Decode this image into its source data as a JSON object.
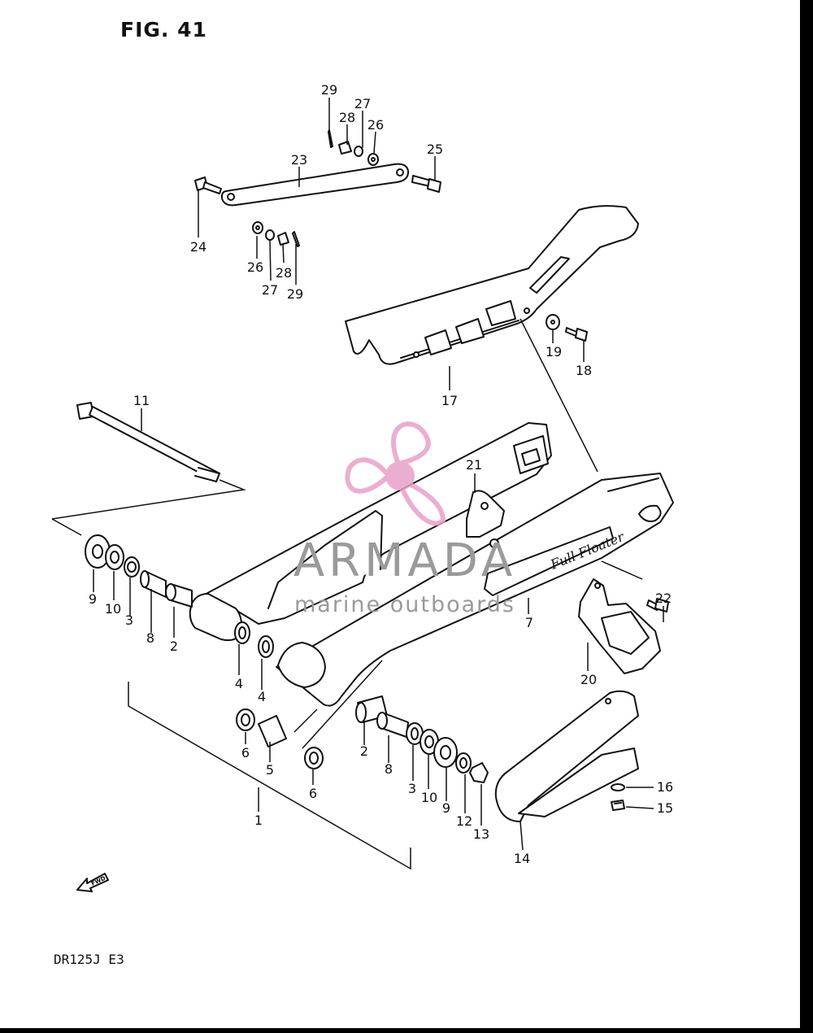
{
  "figure": {
    "title": "FIG. 41",
    "model_code": "DR125J  E3",
    "fwd_label": "FWD"
  },
  "watermark": {
    "name": "ARMADA",
    "tagline": "marine outboards",
    "logo_color": "#e9a0c8",
    "text_color": "#9a9a9a"
  },
  "swingarm_decal": "Full Floater",
  "callouts": [
    {
      "id": "c29a",
      "label": "29"
    },
    {
      "id": "c28a",
      "label": "28"
    },
    {
      "id": "c27a",
      "label": "27"
    },
    {
      "id": "c26a",
      "label": "26"
    },
    {
      "id": "c25",
      "label": "25"
    },
    {
      "id": "c23",
      "label": "23"
    },
    {
      "id": "c24",
      "label": "24"
    },
    {
      "id": "c26b",
      "label": "26"
    },
    {
      "id": "c27b",
      "label": "27"
    },
    {
      "id": "c28b",
      "label": "28"
    },
    {
      "id": "c29b",
      "label": "29"
    },
    {
      "id": "c19",
      "label": "19"
    },
    {
      "id": "c18",
      "label": "18"
    },
    {
      "id": "c17",
      "label": "17"
    },
    {
      "id": "c11",
      "label": "11"
    },
    {
      "id": "c21",
      "label": "21"
    },
    {
      "id": "c9a",
      "label": "9"
    },
    {
      "id": "c10a",
      "label": "10"
    },
    {
      "id": "c3a",
      "label": "3"
    },
    {
      "id": "c8a",
      "label": "8"
    },
    {
      "id": "c2a",
      "label": "2"
    },
    {
      "id": "c4a",
      "label": "4"
    },
    {
      "id": "c4b",
      "label": "4"
    },
    {
      "id": "c7",
      "label": "7"
    },
    {
      "id": "c22",
      "label": "22"
    },
    {
      "id": "c20",
      "label": "20"
    },
    {
      "id": "c6a",
      "label": "6"
    },
    {
      "id": "c5",
      "label": "5"
    },
    {
      "id": "c6b",
      "label": "6"
    },
    {
      "id": "c2b",
      "label": "2"
    },
    {
      "id": "c8b",
      "label": "8"
    },
    {
      "id": "c3b",
      "label": "3"
    },
    {
      "id": "c10b",
      "label": "10"
    },
    {
      "id": "c9b",
      "label": "9"
    },
    {
      "id": "c12",
      "label": "12"
    },
    {
      "id": "c13",
      "label": "13"
    },
    {
      "id": "c16",
      "label": "16"
    },
    {
      "id": "c15",
      "label": "15"
    },
    {
      "id": "c14",
      "label": "14"
    },
    {
      "id": "c1",
      "label": "1"
    }
  ]
}
